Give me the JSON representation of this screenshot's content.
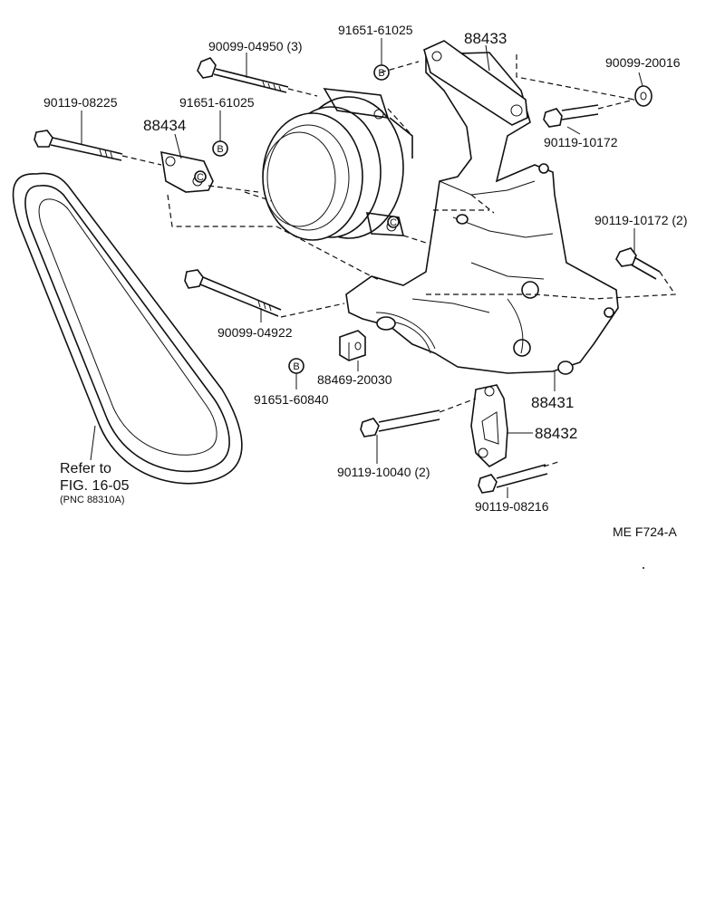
{
  "labels": {
    "bolt_top": "90099-04950 (3)",
    "b_mark_top": "91651-61025",
    "bracket_top_num": "88433",
    "washer_right": "90099-20016",
    "bolt_right_upper": "90119-10172",
    "bolt_left_upper": "90119-08225",
    "b_mark_left": "91651-61025",
    "bracket_left_num": "88434",
    "bolt_right_mid": "90119-10172 (2)",
    "bolt_long_mid": "90099-04922",
    "spacer_num": "88469-20030",
    "b_mark_low": "91651-60840",
    "bracket_main_num": "88431",
    "bracket_lower_num": "88432",
    "bolt_low_left": "90119-10040 (2)",
    "bolt_low_right": "90119-08216",
    "refer_line1": "Refer to",
    "refer_line2": "FIG. 16-05",
    "refer_line3": "(PNC 88310A)",
    "figure_code": "ME  F724-A",
    "b_symbol": "B",
    "c_symbol": "C"
  }
}
